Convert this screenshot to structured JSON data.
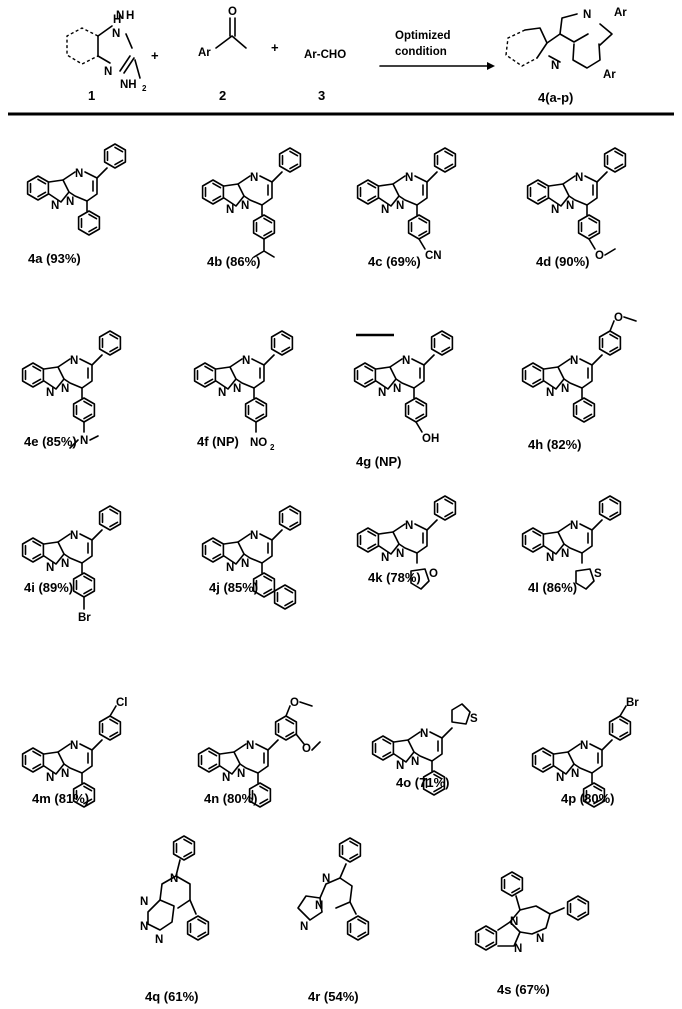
{
  "scheme": {
    "reactant1": {
      "label": "1",
      "atoms": {
        "nh": "H",
        "n_top": "N",
        "n_bottom": "N",
        "amine": "NH",
        "amine_sub": "2"
      }
    },
    "plus": "+",
    "reactant2": {
      "label": "2",
      "o": "O",
      "ar": "Ar"
    },
    "reactant3": {
      "label": "3",
      "formula": "Ar-CHO"
    },
    "arrow_text_1": "Optimized",
    "arrow_text_2": "condition",
    "product": {
      "label": "4(a-p)",
      "ar_top": "Ar",
      "ar_bottom": "Ar",
      "n": "N"
    }
  },
  "compounds": [
    {
      "id": "4a",
      "label": "4a (93%)",
      "sub": "H"
    },
    {
      "id": "4b",
      "label": "4b (86%)",
      "sub": "iPr"
    },
    {
      "id": "4c",
      "label": "4c (69%)",
      "sub": "CN"
    },
    {
      "id": "4d",
      "label": "4d (90%)",
      "sub": "OMe"
    },
    {
      "id": "4e",
      "label": "4e (85%)",
      "sub": "NMe2"
    },
    {
      "id": "4f",
      "label": "4f (NP)",
      "sub": "NO2"
    },
    {
      "id": "4g",
      "label": "4g (NP)",
      "sub": "OH"
    },
    {
      "id": "4h",
      "label": "4h (82%)",
      "top": "OMe"
    },
    {
      "id": "4i",
      "label": "4i (89%)",
      "sub": "Br"
    },
    {
      "id": "4j",
      "label": "4j (85%)",
      "sub": "naphthyl"
    },
    {
      "id": "4k",
      "label": "4k (78%)",
      "sub": "furyl"
    },
    {
      "id": "4l",
      "label": "4l (86%)",
      "sub": "thienyl"
    },
    {
      "id": "4m",
      "label": "4m (81%)",
      "top": "Cl"
    },
    {
      "id": "4n",
      "label": "4n (80%)",
      "top": "diOMe"
    },
    {
      "id": "4o",
      "label": "4o (71%)",
      "top": "thienyl"
    },
    {
      "id": "4p",
      "label": "4p (80%)",
      "top": "Br"
    },
    {
      "id": "4q",
      "label": "4q (61%)",
      "core": "triazolo"
    },
    {
      "id": "4r",
      "label": "4r (54%)",
      "core": "pyrazolo"
    },
    {
      "id": "4s",
      "label": "4s (67%)",
      "core": "benzimidazo"
    }
  ],
  "atom_text": {
    "N": "N",
    "S": "S",
    "O": "O",
    "CN": "CN",
    "OH": "OH",
    "Br": "Br",
    "Cl": "Cl",
    "NO": "NO",
    "two": "2"
  }
}
